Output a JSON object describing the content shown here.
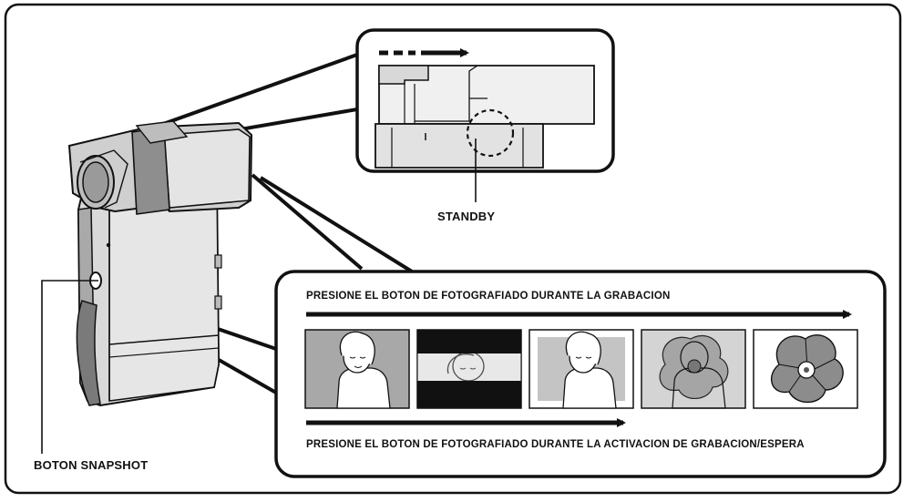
{
  "labels": {
    "standby": "STANDBY",
    "snapshot_button": "BOTON SNAPSHOT",
    "during_recording": "PRESIONE EL BOTON DE FOTOGRAFIADO DURANTE LA GRABACION",
    "during_standby": "PRESIONE EL BOTON DE FOTOGRAFIADO DURANTE LA ACTIVACION DE GRABACION/ESPERA"
  },
  "frames": [
    {
      "name": "portrait-frame",
      "style": "full"
    },
    {
      "name": "cinema-band-frame",
      "style": "letterbox"
    },
    {
      "name": "framed-portrait-frame",
      "style": "inset"
    },
    {
      "name": "overlay-frame",
      "style": "overlay"
    },
    {
      "name": "flower-frame",
      "style": "flower"
    }
  ],
  "colors": {
    "line": "#111111",
    "camera_body": "#d9d9d9",
    "camera_shadow": "#9a9a9a",
    "frame_gray": "#a8a8a8"
  }
}
